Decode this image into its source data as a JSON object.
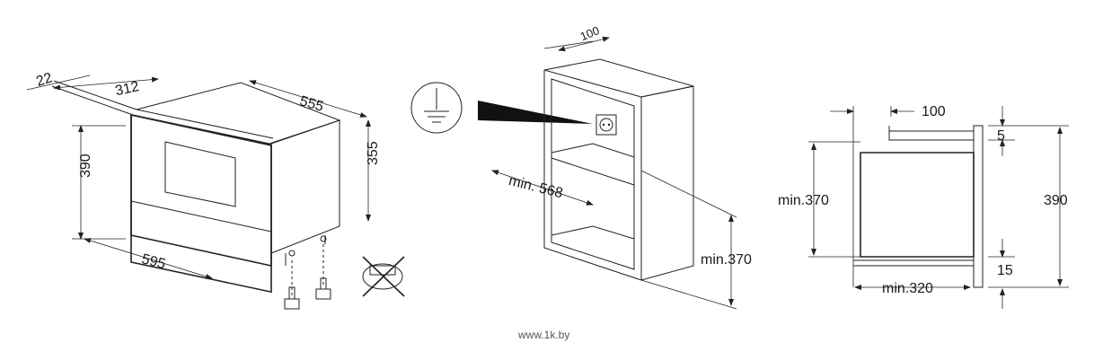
{
  "diagram": {
    "left_view": {
      "dims": {
        "d22": "22",
        "d312": "312",
        "d555": "555",
        "d390": "390",
        "d355": "355",
        "d595": "595"
      }
    },
    "middle_view": {
      "dims": {
        "d100": "100",
        "min568": "min. 568",
        "min370": "min.370"
      },
      "icons": [
        "ground-symbol-icon",
        "power-socket-icon"
      ]
    },
    "right_view": {
      "dims": {
        "d100": "100",
        "d5": "5",
        "min370": "min.370",
        "d390": "390",
        "d15": "15",
        "min320": "min.320"
      }
    },
    "watermark": "www.1k.by"
  }
}
